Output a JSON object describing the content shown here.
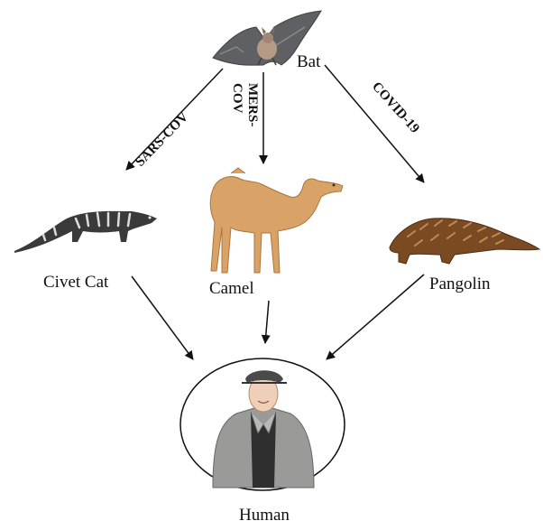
{
  "nodes": {
    "bat": {
      "label": "Bat",
      "icon": "bat-icon"
    },
    "civet": {
      "label": "Civet Cat",
      "icon": "civet-icon"
    },
    "camel": {
      "label": "Camel",
      "icon": "camel-icon"
    },
    "pangolin": {
      "label": "Pangolin",
      "icon": "pangolin-icon"
    },
    "human": {
      "label": "Human",
      "icon": "human-icon"
    }
  },
  "edges": {
    "sars": {
      "from": "bat",
      "to": "civet",
      "label": "SARS-COV"
    },
    "mers": {
      "from": "bat",
      "to": "camel",
      "label_line1": "MERS-",
      "label_line2": "COV"
    },
    "covid": {
      "from": "bat",
      "to": "pangolin",
      "label": "COVID-19"
    },
    "civet_human": {
      "from": "civet",
      "to": "human"
    },
    "camel_human": {
      "from": "camel",
      "to": "human"
    },
    "pangolin_human": {
      "from": "pangolin",
      "to": "human"
    }
  },
  "colors": {
    "line": "#111111",
    "bat": "#5f6063",
    "camel": "#d9a368",
    "civet": "#3a3a3a",
    "pangolin": "#7a4a22",
    "coat": "#9a9a98"
  }
}
